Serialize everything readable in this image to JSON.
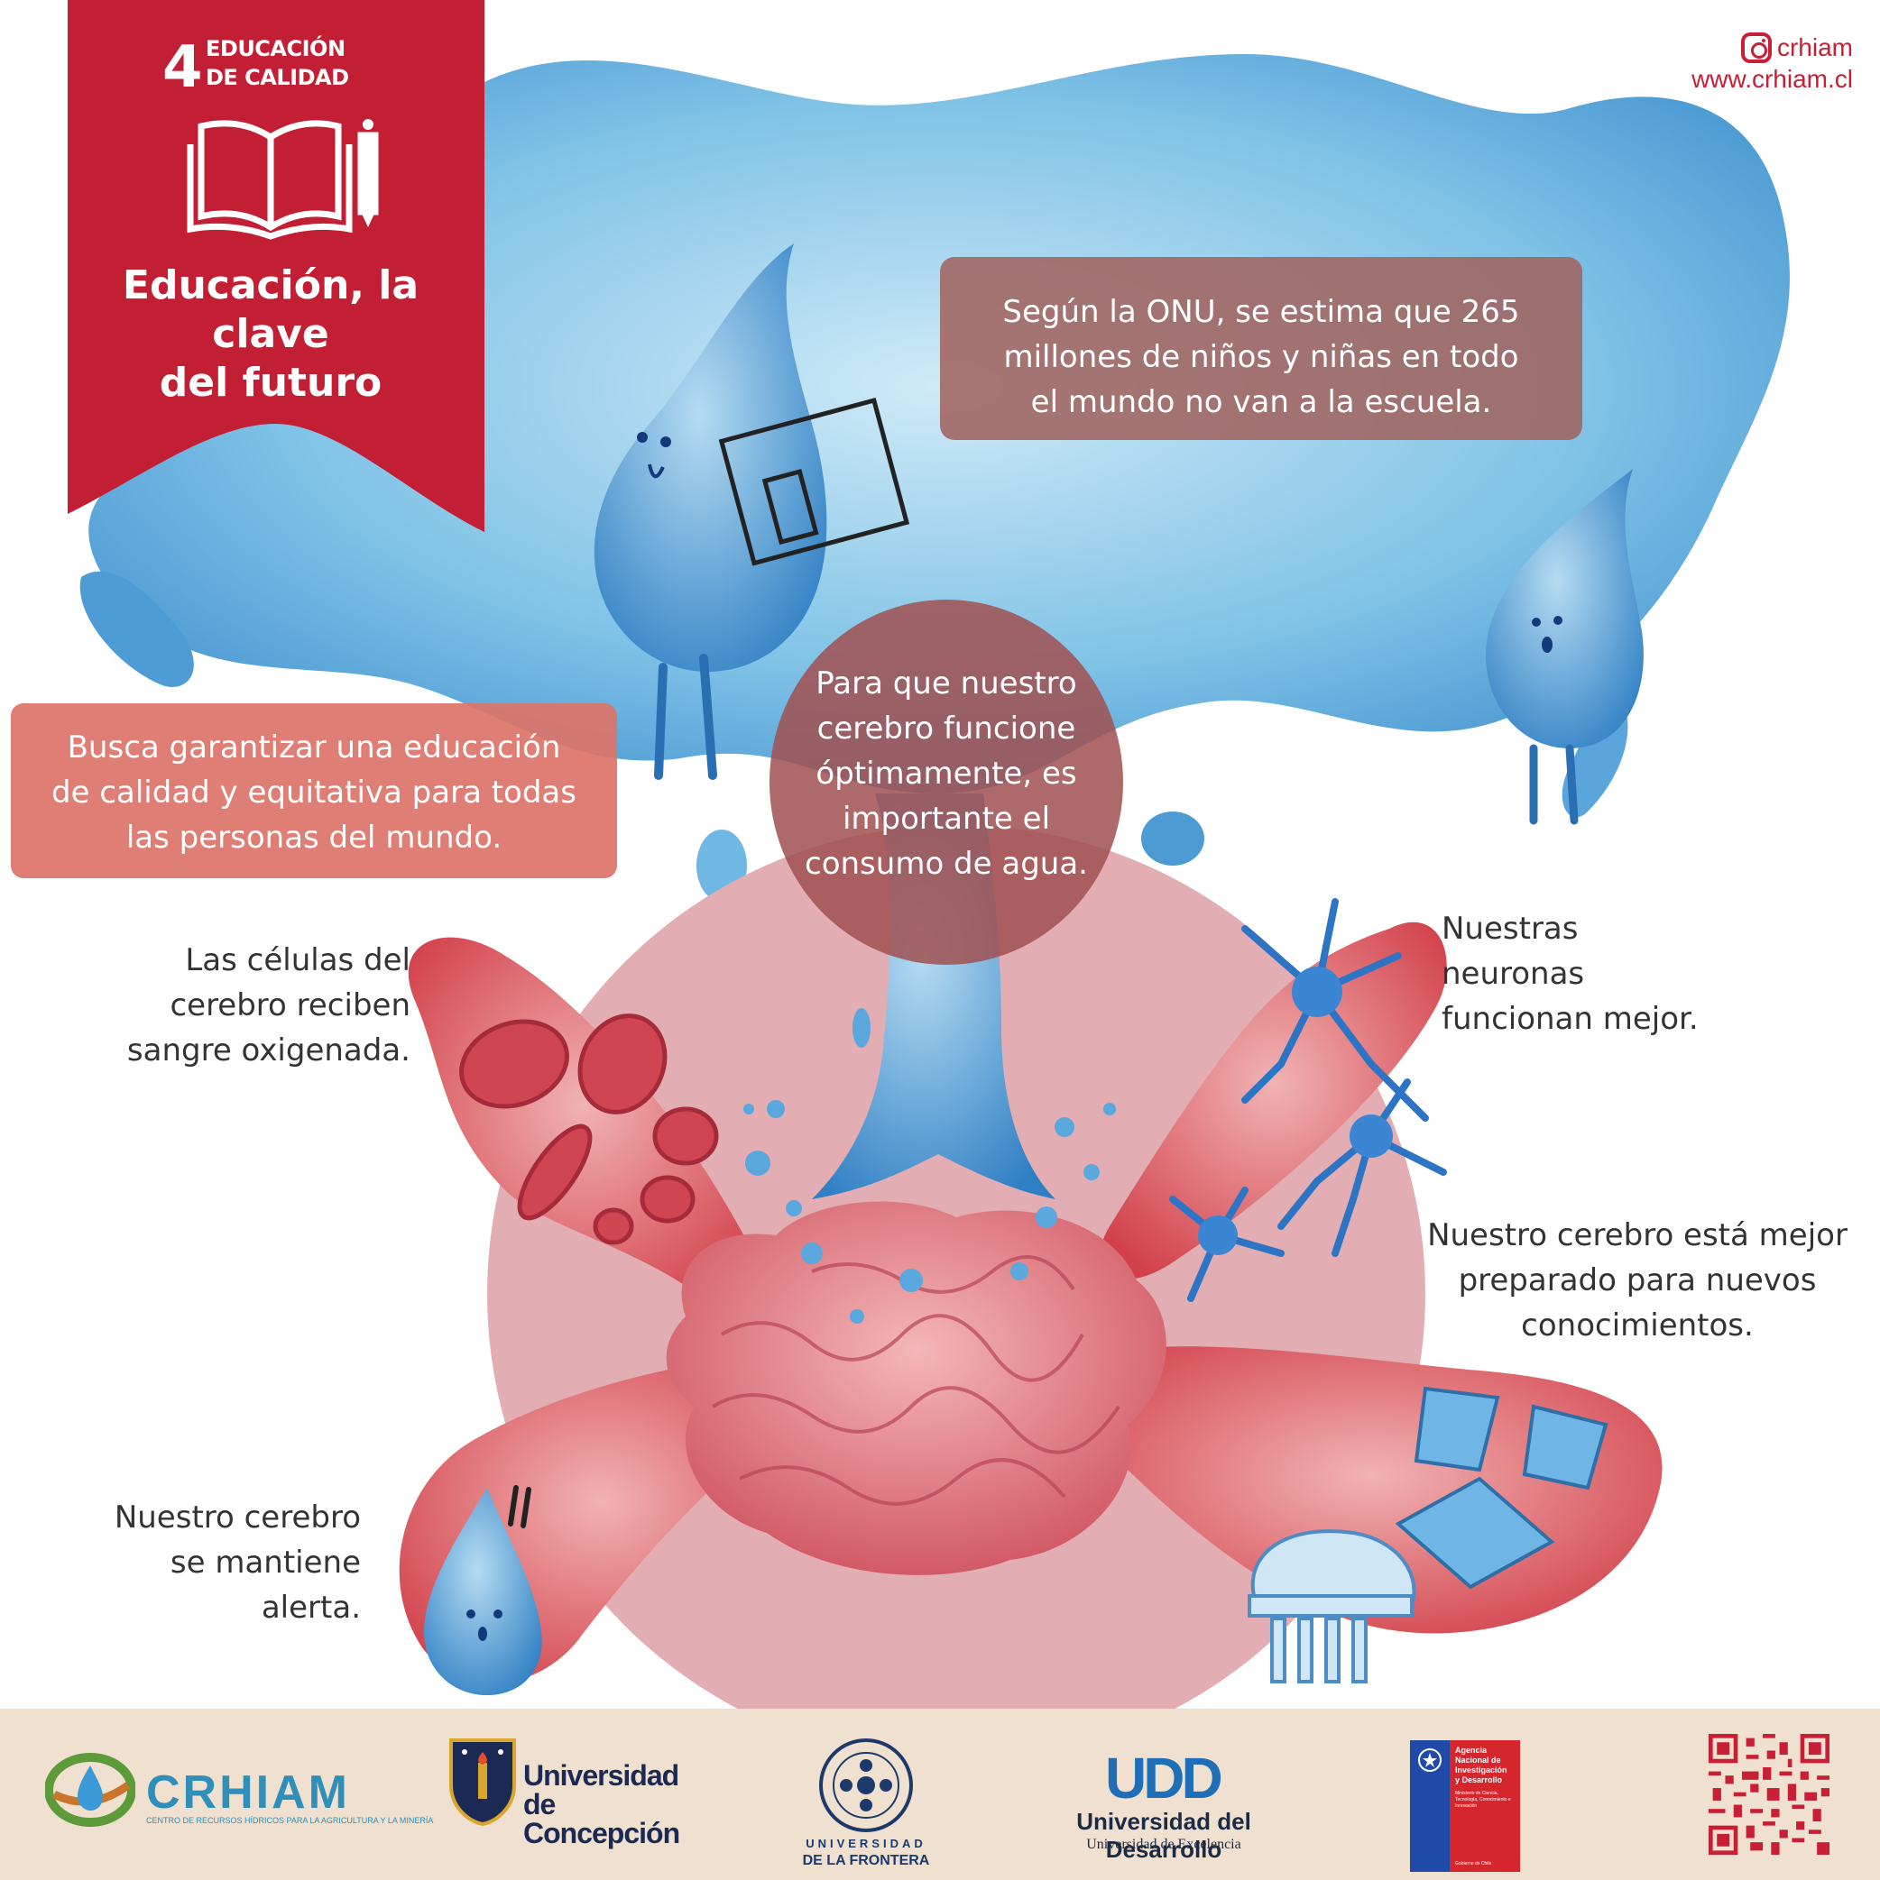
{
  "sdg": {
    "number": "4",
    "name_line1": "EDUCACIÓN",
    "name_line2": "DE CALIDAD",
    "title_line1": "Educación, la clave",
    "title_line2": "del futuro",
    "icon": "book-pencil-icon",
    "color": "#c31f34"
  },
  "brand": {
    "instagram_icon": "instagram-icon",
    "handle": "crhiam",
    "url": "www.crhiam.cl",
    "color": "#c81f37"
  },
  "onu": {
    "line1": "Según la ONU, se estima que 265",
    "line2": "millones de niños y niñas en todo",
    "line3": "el mundo no van a la escuela."
  },
  "busca": {
    "line1": "Busca garantizar una educación",
    "line2": "de calidad y equitativa para todas",
    "line3": "las personas del mundo."
  },
  "agua": {
    "line1": "Para que nuestro",
    "line2": "cerebro funcione",
    "line3": "óptimamente, es",
    "line4": "importante el",
    "line5": "consumo de agua."
  },
  "benefits": {
    "celulas": {
      "line1": "Las células del",
      "line2": "cerebro reciben",
      "line3": "sangre oxigenada."
    },
    "neuronas": {
      "line1": "Nuestras",
      "line2": "neuronas",
      "line3": "funcionan mejor."
    },
    "preparado": {
      "line1": "Nuestro cerebro está mejor",
      "line2": "preparado para nuevos",
      "line3": "conocimientos."
    },
    "alerta": {
      "line1": "Nuestro cerebro",
      "line2": "se mantiene",
      "line3": "alerta."
    }
  },
  "footer": {
    "crhiam": {
      "name": "CRHIAM",
      "subtitle": "CENTRO DE RECURSOS HÍDRICOS PARA LA AGRICULTURA Y LA MINERÍA"
    },
    "udec": {
      "line1": "Universidad",
      "line2": "de Concepción"
    },
    "ufro": {
      "line1": "UNIVERSIDAD",
      "line2": "DE LA FRONTERA"
    },
    "udd": {
      "mark": "UDD",
      "name": "Universidad del Desarrollo",
      "subtitle": "Universidad de Excelencia"
    },
    "anid": {
      "line1": "Agencia",
      "line2": "Nacional de",
      "line3": "Investigación",
      "line4": "y Desarrollo",
      "sub": "Ministerio de Ciencia, Tecnología, Conocimiento e Innovación",
      "gob": "Gobierno de Chile"
    },
    "qr_icon": "qr-code-icon"
  }
}
